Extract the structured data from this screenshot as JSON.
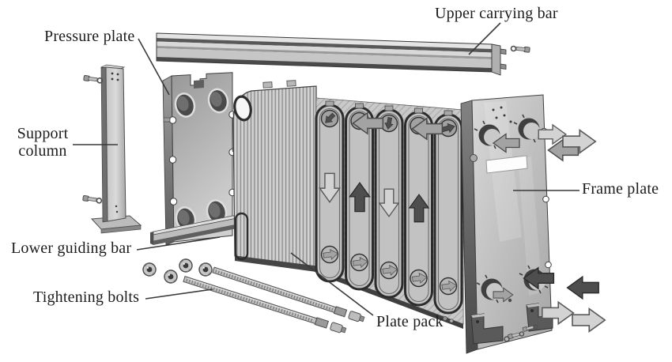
{
  "figure": {
    "type": "exploded-diagram",
    "subject": "Gasketed plate heat exchanger - exploded view",
    "background": "#ffffff",
    "text_color": "#1c1c1c",
    "leader_line_color": "#3a3a3a"
  },
  "labels": {
    "upper_carrying_bar": "Upper carrying bar",
    "pressure_plate": "Pressure plate",
    "support_column": "Support column",
    "frame_plate": "Frame plate",
    "lower_guiding_bar": "Lower guiding bar",
    "tightening_bolts": "Tightening bolts",
    "plate_pack": "Plate pack"
  },
  "icons": {
    "flow_out_arrow": "light-right-arrow",
    "flow_in_arrow": "dark-left-arrow",
    "channel_up_arrow": "dark-up-arrow",
    "channel_down_arrow": "light-down-arrow"
  },
  "palette": {
    "metal_light": "#d6d6d6",
    "metal_mid": "#a8a8a8",
    "metal_dark": "#5a5a5a",
    "outline": "#2f2f2f",
    "arrow_light": "#d3d3d3",
    "arrow_mid": "#a3a3a3",
    "arrow_dark": "#4e4e4e"
  }
}
